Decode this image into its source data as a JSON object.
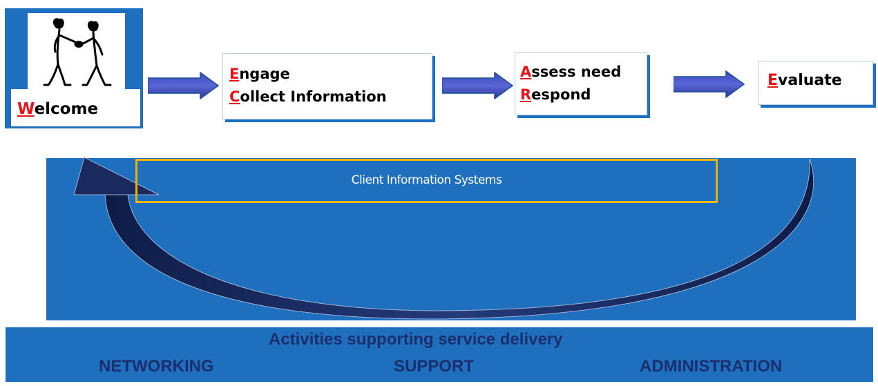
{
  "steps": {
    "welcome": {
      "initial": "W",
      "rest": "elcome"
    },
    "engage": {
      "line1_initial": "E",
      "line1_rest": "ngage",
      "line2_initial": "C",
      "line2_rest": "ollect Information"
    },
    "assess": {
      "line1_initial": "A",
      "line1_rest": "ssess need",
      "line2_initial": "R",
      "line2_rest": "espond"
    },
    "evaluate": {
      "initial": "E",
      "rest": "valuate"
    }
  },
  "cycle": {
    "label": "Client Information Systems"
  },
  "bottom_bar": {
    "title": "Activities supporting service delivery",
    "items": [
      "NETWORKING",
      "SUPPORT",
      "ADMINISTRATION"
    ]
  },
  "colors": {
    "panel_blue": "#1f6fbf",
    "arrow_navy": "#1a2a5e",
    "highlight_red": "#e8141a",
    "cis_border": "#f0b400",
    "bar_text": "#1b2f6e"
  },
  "icons": {
    "welcome_picture": "handshake-people-icon",
    "flow_arrow": "right-arrow-icon",
    "cycle_arrow": "curved-return-arrow-icon"
  }
}
